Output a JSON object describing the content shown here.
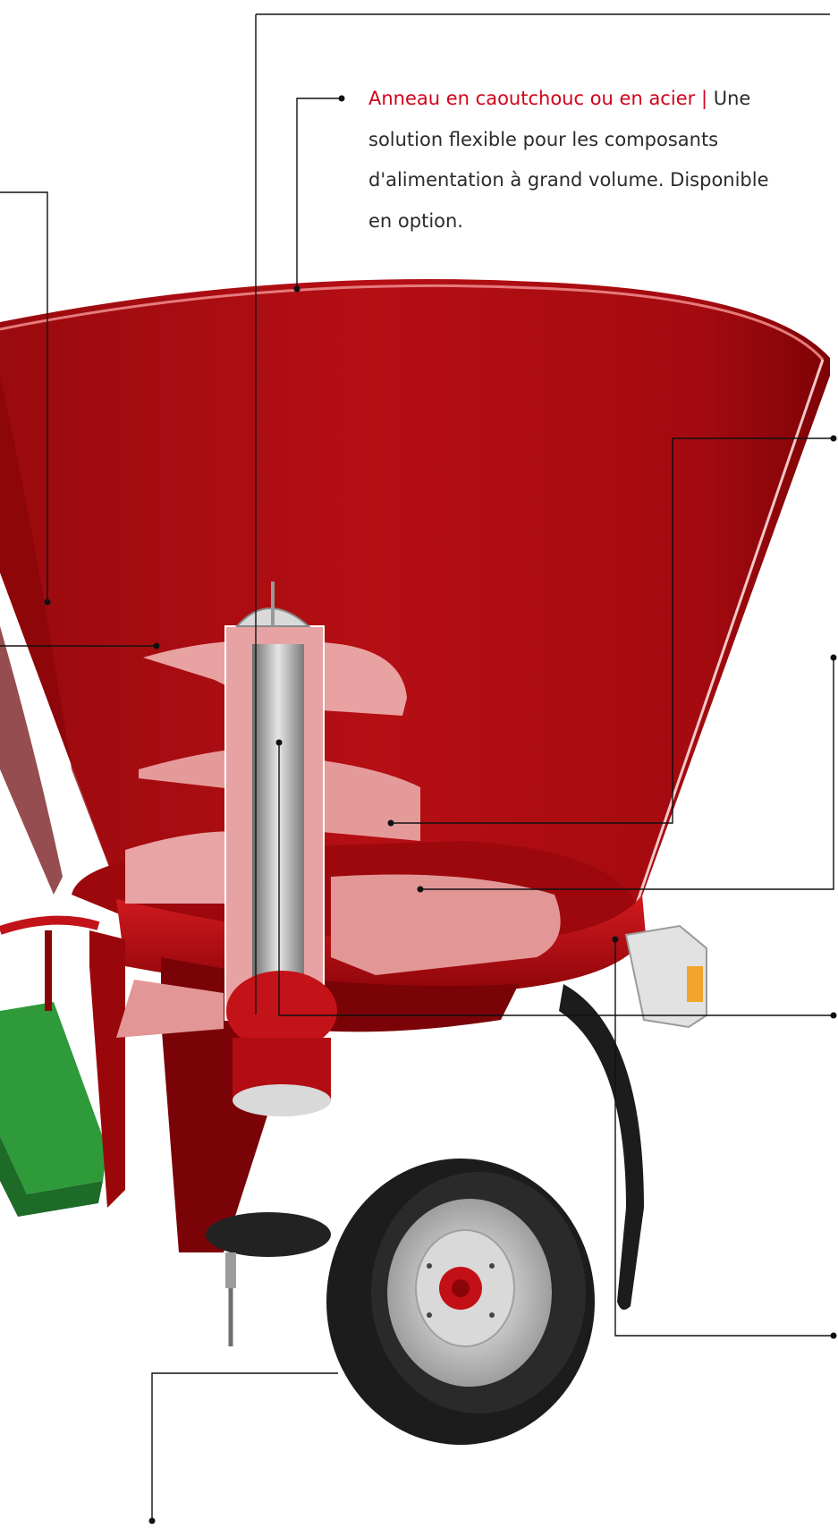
{
  "callout": {
    "title": "Anneau en caoutchouc ou en acier",
    "separator": "|",
    "text": "Une solution flexible pour les composants d'alimentation à grand volume. Disponible en option."
  },
  "colors": {
    "accent": "#d0021b",
    "tub_dark": "#8a0508",
    "tub_mid": "#b10d12",
    "tub_light": "#d24a4c",
    "conveyor_green": "#2e9a3a",
    "leader_line": "#111111",
    "text": "#2b2b2b"
  },
  "icons": [
    "tub",
    "mixing-auger",
    "wheel",
    "conveyor",
    "reflector-light",
    "mudguard"
  ]
}
